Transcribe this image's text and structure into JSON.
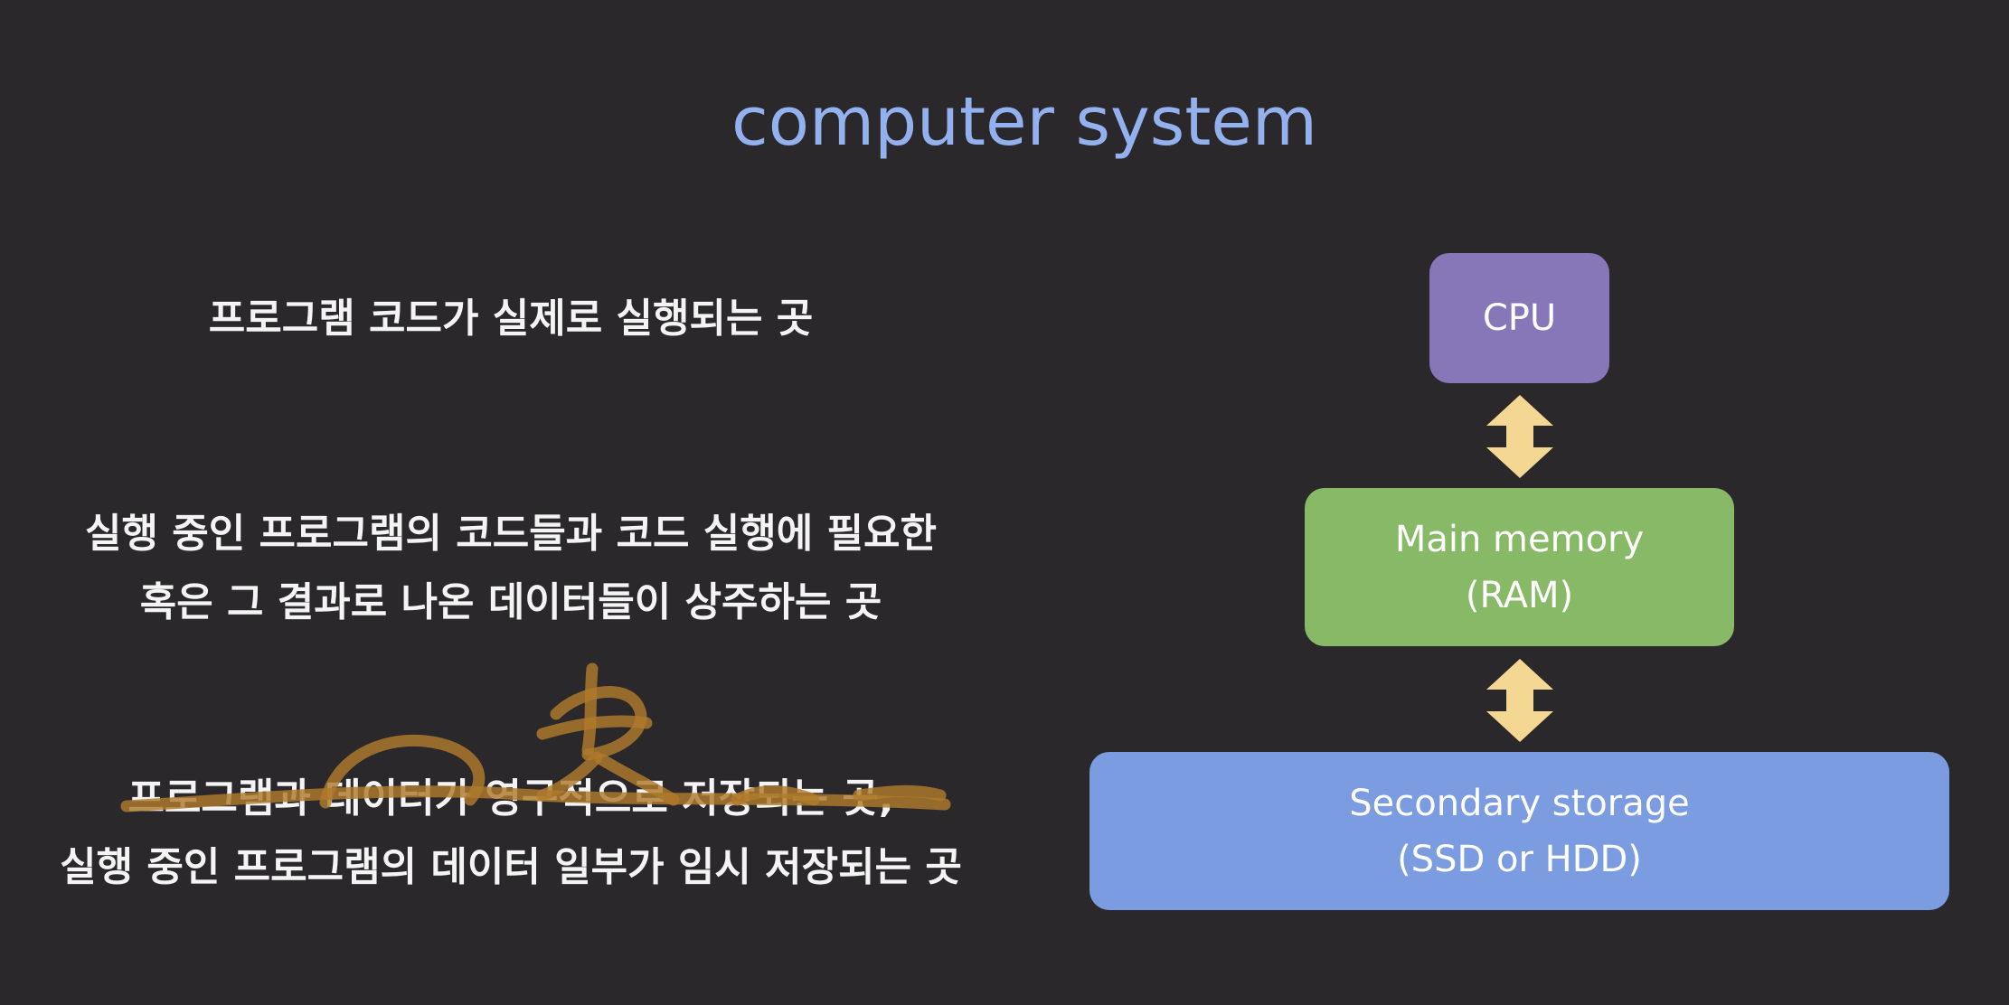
{
  "title": "computer system",
  "descriptions": {
    "cpu": [
      "프로그램 코드가 실제로 실행되는 곳"
    ],
    "ram": [
      "실행 중인 프로그램의 코드들과 코드 실행에 필요한",
      "혹은 그 결과로 나온 데이터들이 상주하는 곳"
    ],
    "storage": [
      "프로그램과 데이터가 영구적으로 저장되는 곳,",
      "실행 중인 프로그램의 데이터 일부가 임시 저장되는 곳"
    ]
  },
  "diagram": {
    "cpu": {
      "label_line1": "CPU"
    },
    "ram": {
      "label_line1": "Main memory",
      "label_line2": "(RAM)"
    },
    "storage": {
      "label_line1": "Secondary storage",
      "label_line2": "(SSD or HDD)"
    }
  },
  "colors": {
    "background": "#2a282b",
    "title": "#93b1ee",
    "cpu": "#8877b8",
    "ram": "#87b967",
    "storage": "#7b9ce1",
    "arrow": "#f3d792",
    "ink": "#b07a2c"
  },
  "icons": {
    "connector": "double-headed-arrow-icon"
  }
}
